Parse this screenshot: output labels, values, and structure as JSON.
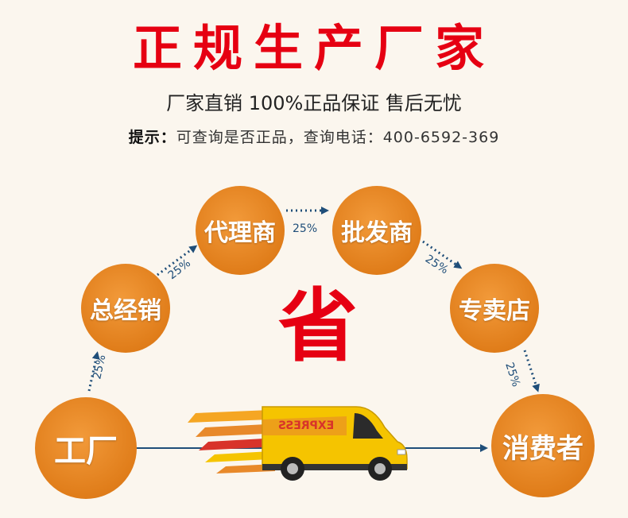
{
  "header": {
    "title": "正规生产厂家",
    "subtitle": "厂家直销 100%正品保证 售后无忧",
    "hint_label": "提示：",
    "hint_text": "可查询是否正品，查询电话：400-6592-369"
  },
  "flow": {
    "nodes": {
      "factory": "工厂",
      "general_distributor": "总经销",
      "agent": "代理商",
      "wholesaler": "批发商",
      "store": "专卖店",
      "consumer": "消费者"
    },
    "markups": [
      "25%",
      "25%",
      "25%",
      "25%",
      "25%"
    ],
    "center_word": "省"
  },
  "truck": {
    "label": "EXPRESS"
  },
  "colors": {
    "title_red": "#e60012",
    "node_orange": "#e07d1a",
    "arrow_blue": "#1f4e79",
    "truck_yellow": "#f5c400"
  }
}
